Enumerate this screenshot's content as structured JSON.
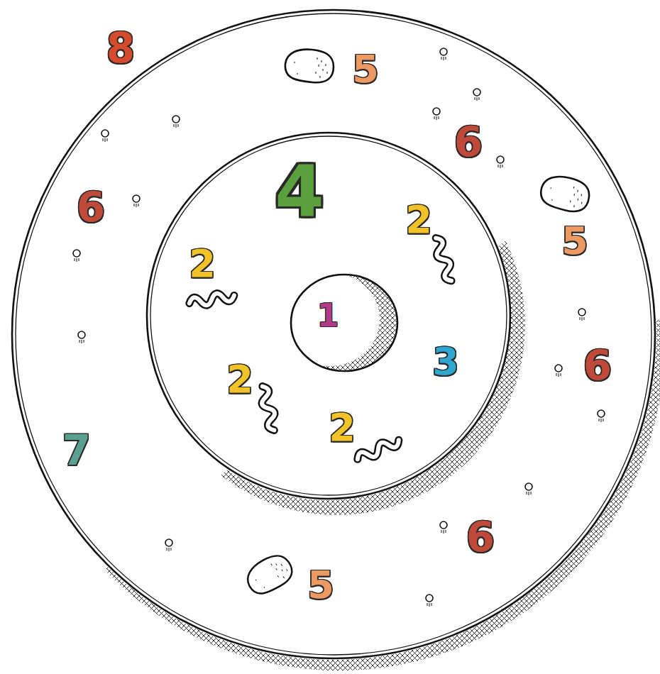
{
  "diagram": {
    "nodes": [
      {
        "text": [
          "8"
        ]
      },
      {
        "text": [
          "4"
        ],
        "in": 0
      },
      {
        "text": [
          "1"
        ],
        "in": 1
      }
    ],
    "labels": [
      "5",
      "6",
      "6",
      "2",
      "5",
      "2",
      "3",
      "6",
      "2",
      "2",
      "7",
      "6",
      "5"
    ]
  }
}
